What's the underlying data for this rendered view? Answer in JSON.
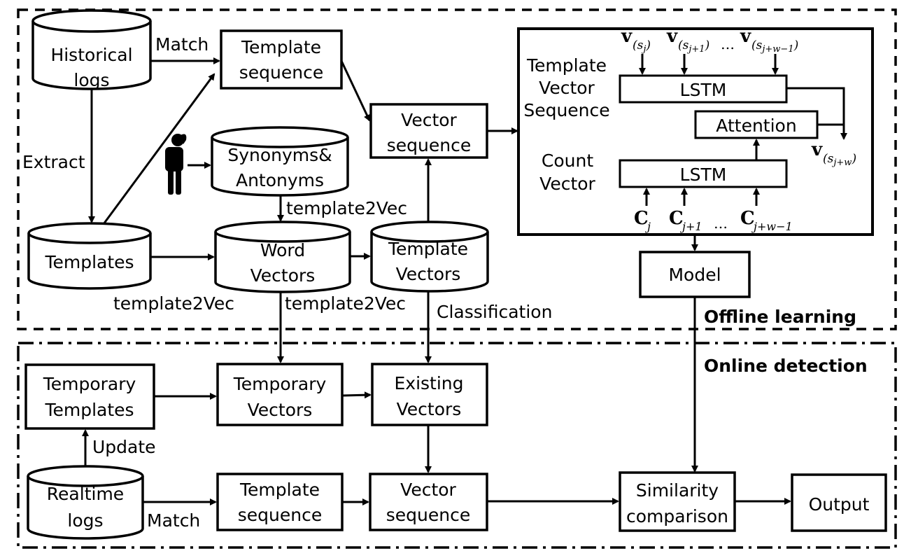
{
  "regions": {
    "offline": "Offline learning",
    "online": "Online detection"
  },
  "offline": {
    "historical_logs": [
      "Historical",
      "logs"
    ],
    "template_sequence": [
      "Template",
      "sequence"
    ],
    "vector_sequence": [
      "Vector",
      "sequence"
    ],
    "synonyms": [
      "Synonyms&",
      "Antonyms"
    ],
    "templates": "Templates",
    "word_vectors": [
      "Word",
      "Vectors"
    ],
    "template_vectors": [
      "Template",
      "Vectors"
    ],
    "model": "Model",
    "edge_match": "Match",
    "edge_extract": "Extract",
    "edge_t2v_top": "template2Vec",
    "edge_t2v_left": "template2Vec",
    "edge_t2v_mid": "template2Vec",
    "edge_classification": "Classification"
  },
  "lstm_block": {
    "label_tvs": [
      "Template",
      "Vector",
      "Sequence"
    ],
    "label_cv": [
      "Count",
      "Vector"
    ],
    "lstm_top": "LSTM",
    "lstm_bottom": "LSTM",
    "attention": "Attention",
    "inputs_top": [
      "v",
      "(s",
      "j",
      ")",
      "v",
      "(s",
      "j+1",
      ")",
      "…",
      "v",
      "(s",
      "j+w−1",
      ")"
    ],
    "in1_sub": "j",
    "in2_sub": "j+1",
    "in3_sub": "j+w−1",
    "out_sub": "j+w",
    "c_sub1": "j",
    "c_sub2": "j+1",
    "c_sub3": "j+w−1",
    "v": "v",
    "c": "C",
    "ellipsis": "…"
  },
  "online": {
    "temp_templates": [
      "Temporary",
      "Templates"
    ],
    "temp_vectors": [
      "Temporary",
      "Vectors"
    ],
    "existing_vectors": [
      "Existing",
      "Vectors"
    ],
    "realtime_logs": [
      "Realtime",
      "logs"
    ],
    "template_sequence": [
      "Template",
      "sequence"
    ],
    "vector_sequence": [
      "Vector",
      "sequence"
    ],
    "similarity": [
      "Similarity",
      "comparison"
    ],
    "output": "Output",
    "edge_update": "Update",
    "edge_match": "Match"
  }
}
